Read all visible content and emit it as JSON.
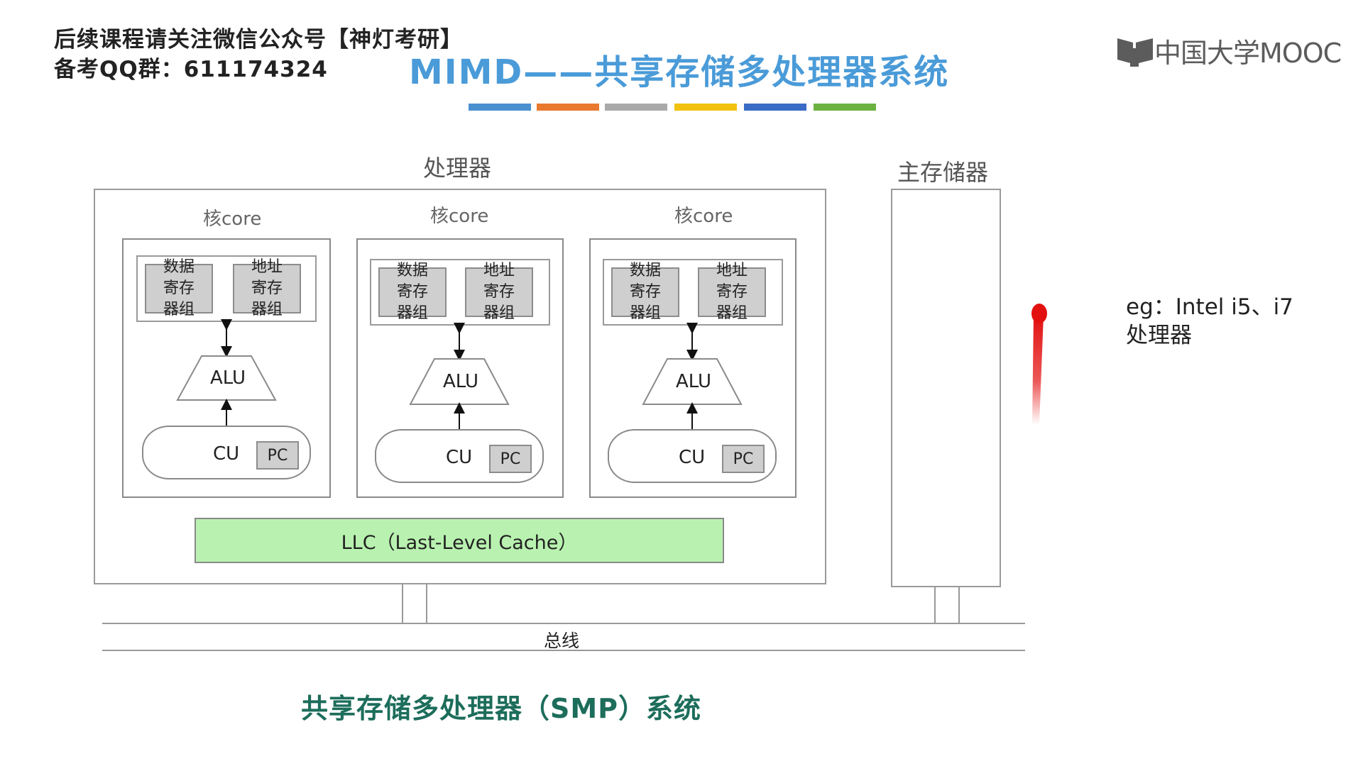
{
  "header": {
    "notice_line1": "后续课程请关注微信公众号【神灯考研】",
    "notice_line2": "备考QQ群：611174324",
    "title": "MIMD——共享存储多处理器系统",
    "color_bars": [
      "#4a90d0",
      "#e8792f",
      "#a9a9a9",
      "#f2c20e",
      "#3a6cc6",
      "#6bb240"
    ]
  },
  "logo": {
    "icon": "mooc-book-icon",
    "text": "中国大学MOOC"
  },
  "diagram": {
    "processor_label": "处理器",
    "memory_label": "主存储器",
    "cores": [
      {
        "label": "核core",
        "data_reg": "数据寄存器组",
        "addr_reg": "地址寄存器组",
        "alu": "ALU",
        "cu": "CU",
        "pc": "PC"
      },
      {
        "label": "核core",
        "data_reg": "数据寄存器组",
        "addr_reg": "地址寄存器组",
        "alu": "ALU",
        "cu": "CU",
        "pc": "PC"
      },
      {
        "label": "核core",
        "data_reg": "数据寄存器组",
        "addr_reg": "地址寄存器组",
        "alu": "ALU",
        "cu": "CU",
        "pc": "PC"
      }
    ],
    "llc": "LLC（Last-Level Cache）",
    "bus_label": "总线"
  },
  "caption": "共享存储多处理器（SMP）系统",
  "note": {
    "line1": "eg：Intel i5、i7",
    "line2": "处理器"
  },
  "colors": {
    "llc_fill": "#b9f2b0",
    "caption": "#1d6d5b",
    "title": "#4a9bd8",
    "pen_mark": "#e31010"
  }
}
